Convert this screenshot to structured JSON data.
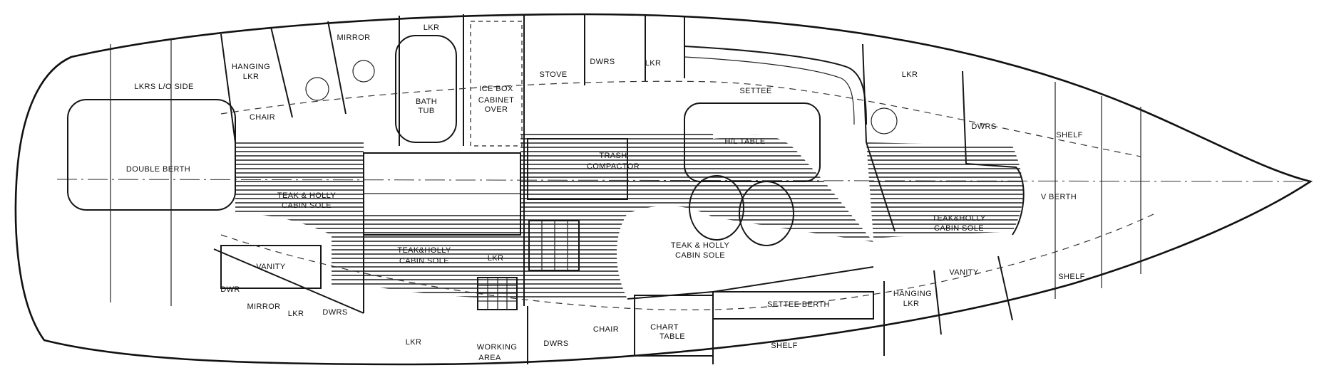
{
  "labels": {
    "lkrs_lo_side": "LKRS  L/O SIDE",
    "hanging_lkr_aft_1": "HANGING",
    "hanging_lkr_aft_2": "LKR",
    "chair_aft": "CHAIR",
    "mirror_head": "MIRROR",
    "lkr_top": "LKR",
    "bath_tub_1": "BATH",
    "bath_tub_2": "TUB",
    "ice_box": "ICE BOX",
    "cabinet_over_1": "CABINET",
    "cabinet_over_2": "OVER",
    "stove": "STOVE",
    "dwrs_galley": "DWRS",
    "lkr_galley": "LKR",
    "settee_top": "SETTEE",
    "lkr_fwd_top": "LKR",
    "dwrs_fwd": "DWRS",
    "shelf_fwd_top": "SHELF",
    "double_berth": "DOUBLE  BERTH",
    "sole_aft_1": "TEAK & HOLLY",
    "sole_aft_2": "CABIN SOLE",
    "trash_1": "TRASH",
    "trash_2": "COMPACTOR",
    "table": "H/L  TABLE",
    "v_berth": "V BERTH",
    "sole_fwd_1": "TEAK&HOLLY",
    "sole_fwd_2": "CABIN SOLE",
    "sole_mid_1": "TEAK&HOLLY",
    "sole_mid_2": "CABIN SOLE",
    "sole_salon_1": "TEAK & HOLLY",
    "sole_salon_2": "CABIN SOLE",
    "lkr_mid": "LKR",
    "vanity_aft": "VANITY",
    "dwr_aft": "DWR",
    "mirror_aft": "MIRROR",
    "lkr_aft_small": "LKR",
    "dwrs_aft": "DWRS",
    "lkr_bottom": "LKR",
    "working_area_1": "WORKING",
    "working_area_2": "AREA",
    "dwrs_bottom": "DWRS",
    "chair_bottom": "CHAIR",
    "chart_table_1": "CHART",
    "chart_table_2": "TABLE",
    "settee_berth": "SETTEE  BERTH",
    "shelf_bottom": "SHELF",
    "hanging_lkr_fwd_1": "HANGING",
    "hanging_lkr_fwd_2": "LKR",
    "vanity_fwd": "VANITY",
    "shelf_fwd_bottom": "SHELF"
  }
}
